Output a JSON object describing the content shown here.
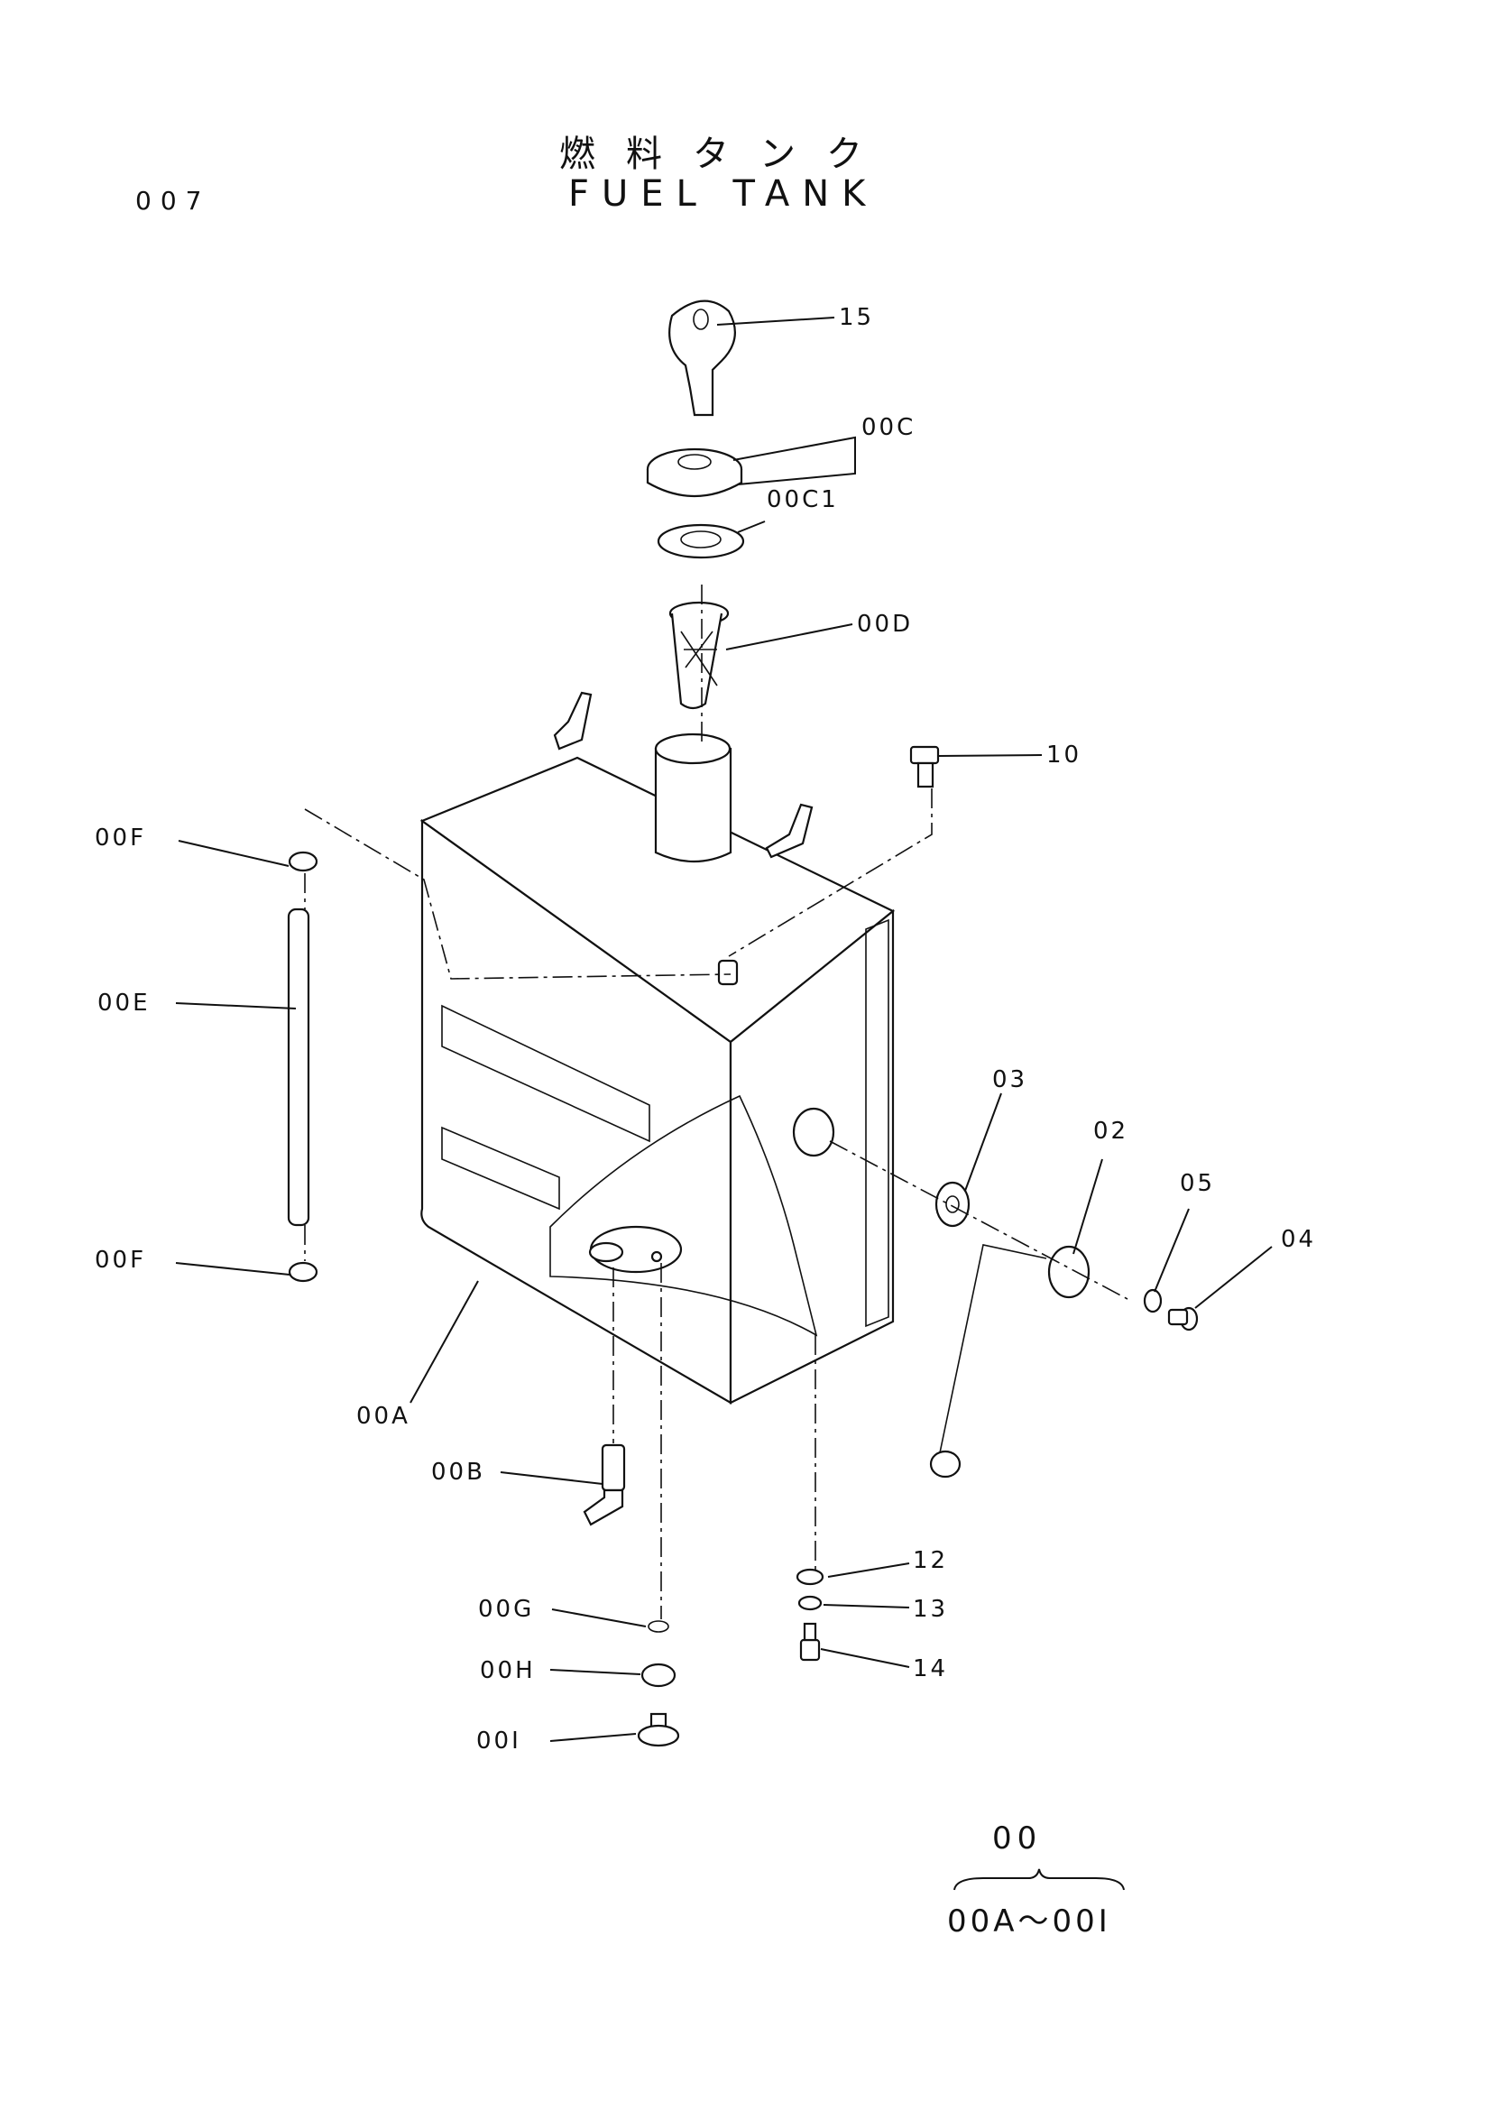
{
  "page": {
    "number": "007",
    "title_jp": "燃料タンク",
    "title_en": "FUEL TANK"
  },
  "callouts": {
    "p15": "15",
    "p00C": "00C",
    "p00C1": "00C1",
    "p00D": "00D",
    "p10": "10",
    "p00F_top": "00F",
    "p00E": "00E",
    "p00F_bottom": "00F",
    "p03": "03",
    "p02": "02",
    "p05": "05",
    "p04": "04",
    "p00A": "00A",
    "p00B": "00B",
    "p12": "12",
    "p13": "13",
    "p14": "14",
    "p00G": "00G",
    "p00H": "00H",
    "p00I": "00I"
  },
  "assembly_group": {
    "number": "00",
    "range": "00A～00I"
  }
}
